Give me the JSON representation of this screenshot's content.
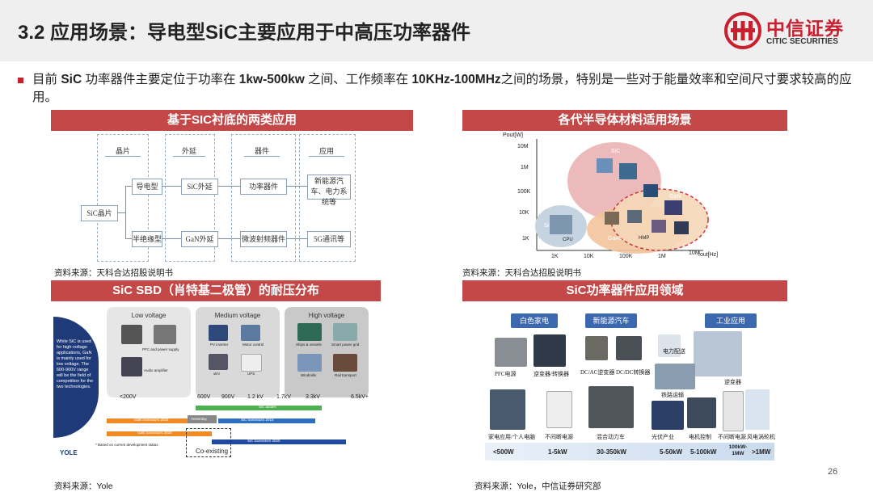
{
  "header": {
    "title": "3.2 应用场景：导电型SiC主要应用于中高压功率器件",
    "logo_cn": "中信证券",
    "logo_en": "CITIC SECURITIES"
  },
  "bullet": {
    "p1": "目前 ",
    "b1": "SiC",
    "p2": " 功率器件主要定位于功率在 ",
    "b2": "1kw-500kw",
    "p3": " 之间、工作频率在 ",
    "b3": "10KHz-100MHz",
    "p4": "之间的场景，特别是一些对于能量效率和空间尺寸要求较高的应用。"
  },
  "panel1": {
    "title": "基于SIC衬底的两类应用",
    "cols": [
      "晶片",
      "外延",
      "器件",
      "应用"
    ],
    "root": "SiC晶片",
    "row1": [
      "导电型",
      "SiC外延",
      "功率器件",
      "新能源汽车、电力系统等"
    ],
    "row2": [
      "半绝缘型",
      "GaN外延",
      "微波射频器件",
      "5G通讯等"
    ],
    "source": "资料来源：天科合达招股说明书"
  },
  "panel2": {
    "title": "各代半导体材料适用场景",
    "y_label": "Pout[W]",
    "x_label": "fout[Hz]",
    "y_ticks": [
      "10M",
      "1M",
      "100K",
      "10K",
      "1K"
    ],
    "x_ticks": [
      "1K",
      "10K",
      "100K",
      "1M",
      "10M"
    ],
    "regions": [
      "SiC",
      "Si",
      "GaAs",
      "GaN",
      "CPU",
      "HMP"
    ],
    "source": "资料来源：天科合达招股说明书"
  },
  "panel3": {
    "title": "SiC SBD（肖特基二极管）的耐压分布",
    "blurb": "While SiC is used for high-voltage applications, GaN is mainly used for low voltage. The 600-900V range will be the field of competition for the two technologies.",
    "groups": [
      "Low voltage",
      "Medium voltage",
      "High voltage"
    ],
    "low_items": [
      "PFC and power supply",
      "Audio amplifier"
    ],
    "mid_items": [
      "PV inverter",
      "Motor control",
      "xEV",
      "UPS"
    ],
    "high_items": [
      "Ships & vessels",
      "Smart power grid",
      "Windmills",
      "Rail transport"
    ],
    "ticks": [
      "<200V",
      "600V",
      "900V",
      "1.2 kV",
      "1.7kV",
      "3.3kV",
      "6.5kV+"
    ],
    "bars": [
      "SiC diodes",
      "GaN transistors 2015",
      "Yesterday",
      "SiC transistors 2015",
      "GaN transistors 2020",
      "SiC transistors 2020"
    ],
    "coexist": "Co-existing",
    "note": "* Based on current development status",
    "brand": "YOLE",
    "source": "资料来源：Yole"
  },
  "panel4": {
    "title": "SiC功率器件应用领域",
    "cats": [
      "白色家电",
      "新能源汽车",
      "工业应用"
    ],
    "captions": [
      "PFC电源",
      "逆变器/转换器",
      "DC/AC逆变器",
      "DC/DC转换器",
      "电力配送",
      "逆变器",
      "铁路运输",
      "家电应用/个人电脑",
      "不间断电源",
      "混合动力车",
      "光伏产业",
      "电机控制",
      "不间断电源",
      "风电涡轮机"
    ],
    "power": [
      "<500W",
      "1-5kW",
      "30-350kW",
      "5-50kW",
      "5-100kW",
      "100kW-1MW",
      ">1MW"
    ],
    "source": "资料来源：Yole，中信证券研究部"
  },
  "page": "26",
  "colors": {
    "accent": "#c8202f",
    "panel_head": "#c44848",
    "blue": "#3c68b0"
  }
}
